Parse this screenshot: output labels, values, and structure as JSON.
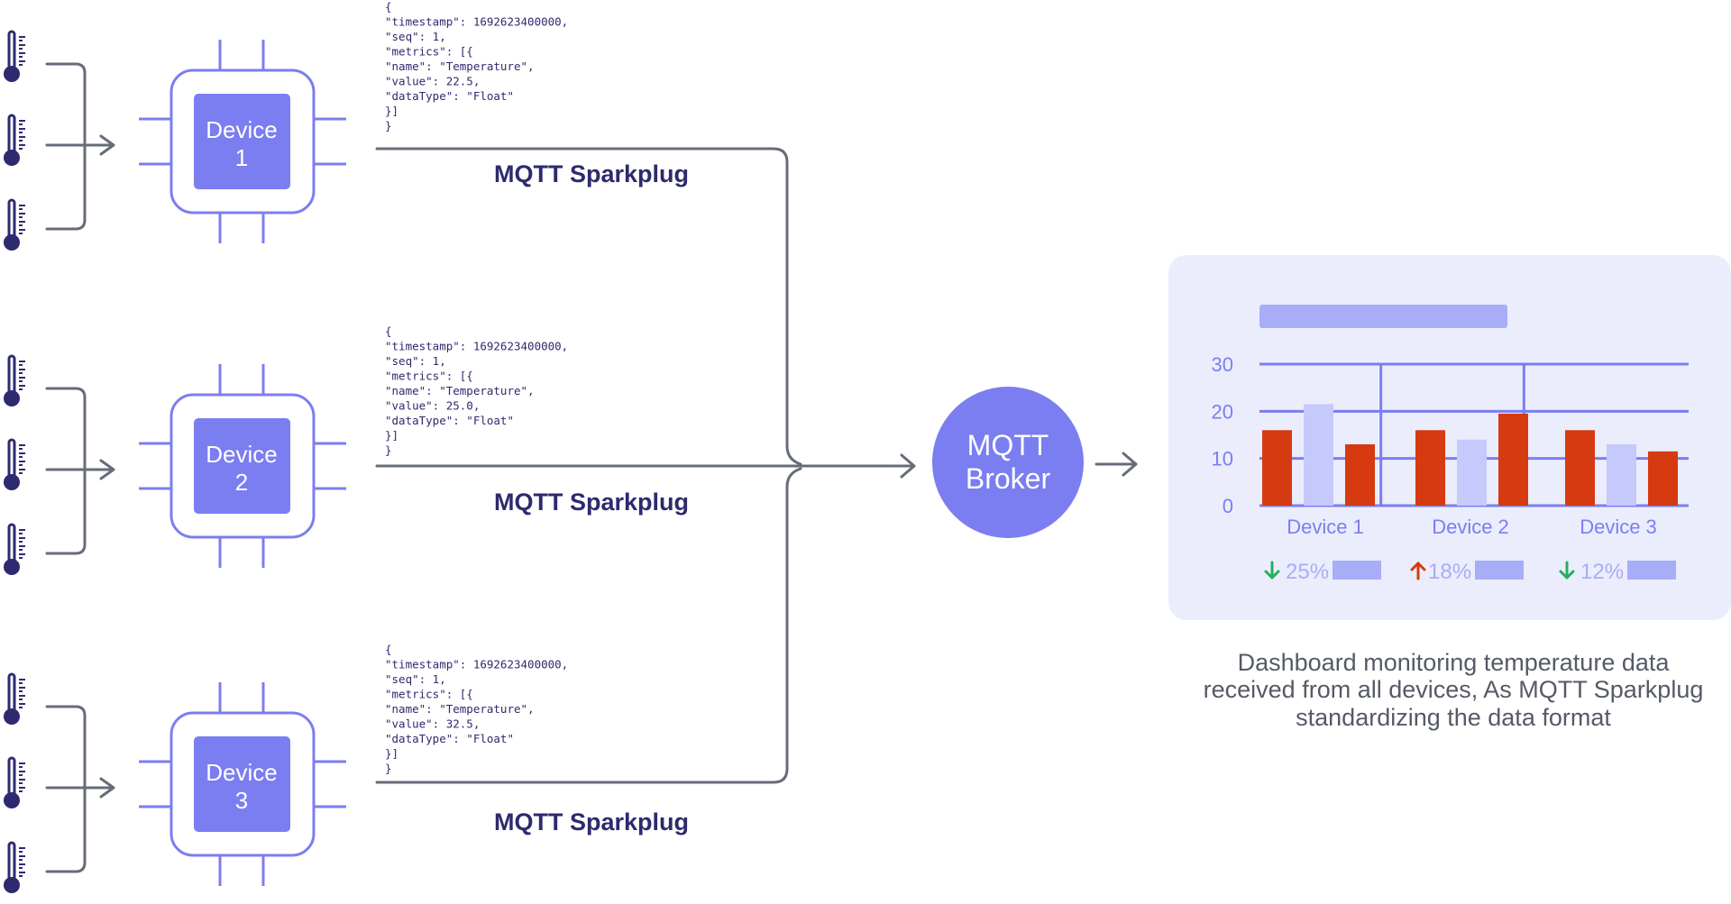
{
  "colors": {
    "accent": "#7b7ef0",
    "accent_light": "#a8adf7",
    "accent_pale": "#c5c9fb",
    "panel_bg": "#ebedfc",
    "wire": "#666c79",
    "thermo": "#2d2a70",
    "title_text": "#2d2a6e",
    "red": "#d63a10",
    "green": "#27ae60",
    "caption": "#555a66"
  },
  "icons": [
    "thermometer-icon",
    "chip-icon",
    "arrow-right-icon",
    "arrow-up-icon",
    "arrow-down-icon"
  ],
  "devices": [
    {
      "label_line1": "Device",
      "label_line2": "1",
      "protocol_label": "MQTT Sparkplug",
      "payload": [
        "{",
        "  \"timestamp\": 1692623400000,",
        "  \"seq\": 1,",
        "  \"metrics\": [{",
        "      \"name\": \"Temperature\",",
        "      \"value\": 22.5,",
        "      \"dataType\": \"Float\"",
        "    }]",
        "}"
      ]
    },
    {
      "label_line1": "Device",
      "label_line2": "2",
      "protocol_label": "MQTT Sparkplug",
      "payload": [
        "{",
        "  \"timestamp\": 1692623400000,",
        "  \"seq\": 1,",
        "  \"metrics\": [{",
        "      \"name\": \"Temperature\",",
        "      \"value\": 25.0,",
        "      \"dataType\": \"Float\"",
        "    }]",
        "}"
      ]
    },
    {
      "label_line1": "Device",
      "label_line2": "3",
      "protocol_label": "MQTT Sparkplug",
      "payload": [
        "{",
        "  \"timestamp\": 1692623400000,",
        "  \"seq\": 1,",
        "  \"metrics\": [{",
        "      \"name\": \"Temperature\",",
        "      \"value\": 32.5,",
        "      \"dataType\": \"Float\"",
        "    }]",
        "}"
      ]
    }
  ],
  "broker": {
    "line1": "MQTT",
    "line2": "Broker"
  },
  "chart_data": {
    "type": "bar",
    "title": "",
    "xlabel": "",
    "ylabel": "",
    "categories": [
      "Device 1",
      "Device 2",
      "Device 3"
    ],
    "yticks": [
      0,
      10,
      20,
      30
    ],
    "ylim": [
      0,
      30
    ],
    "grid": true,
    "values": [
      [
        16,
        21.5,
        13
      ],
      [
        16,
        14,
        19.5
      ],
      [
        16,
        13,
        11.5
      ]
    ],
    "bar_colors": [
      "red",
      "pale",
      "red"
    ],
    "changes": [
      {
        "direction": "down",
        "text": "25%"
      },
      {
        "direction": "up",
        "text": "18%"
      },
      {
        "direction": "down",
        "text": "12%"
      }
    ]
  },
  "caption": {
    "line1": "Dashboard monitoring temperature data",
    "line2": "received from all devices, As MQTT Sparkplug",
    "line3": "standardizing the data format"
  }
}
